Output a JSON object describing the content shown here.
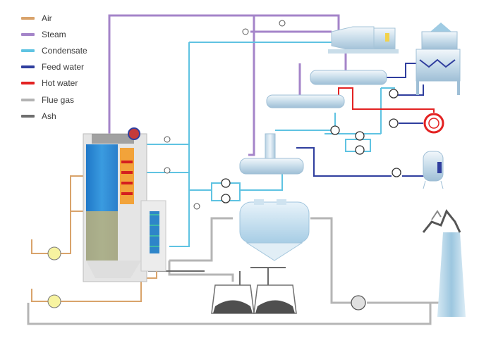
{
  "legend": {
    "items": [
      {
        "label": "Air",
        "color": "#d9a36b"
      },
      {
        "label": "Steam",
        "color": "#a484c9"
      },
      {
        "label": "Condensate",
        "color": "#5fc3e2"
      },
      {
        "label": "Feed water",
        "color": "#2f3e9e"
      },
      {
        "label": "Hot water",
        "color": "#e32222"
      },
      {
        "label": "Flue gas",
        "color": "#b3b3b3"
      },
      {
        "label": "Ash",
        "color": "#6e6e6e"
      }
    ]
  }
}
